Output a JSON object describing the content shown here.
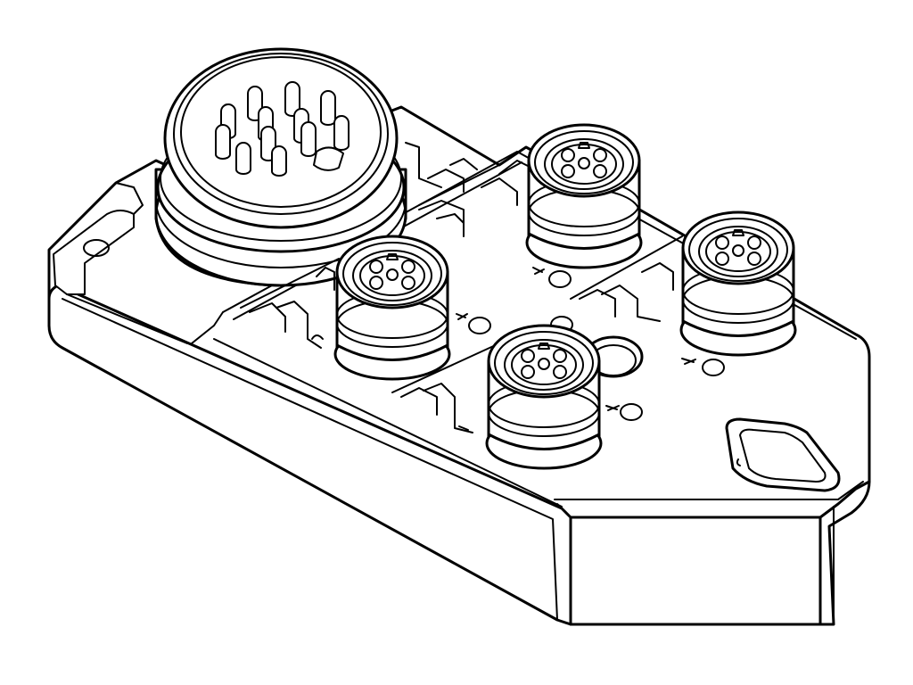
{
  "figure": {
    "subject_icon": "junction-box-4-port-icon",
    "line_color": "#000000",
    "background_color": "#ffffff",
    "master_connector": {
      "icon": "multi-pin-male-connector-icon",
      "pin_count": 12
    },
    "ports": [
      {
        "id": "port-back",
        "icon": "m12-female-socket-icon"
      },
      {
        "id": "port-right",
        "icon": "m12-female-socket-icon"
      },
      {
        "id": "port-left",
        "icon": "m12-female-socket-icon"
      },
      {
        "id": "port-front",
        "icon": "m12-female-socket-icon"
      }
    ],
    "mounting_holes": 2
  }
}
